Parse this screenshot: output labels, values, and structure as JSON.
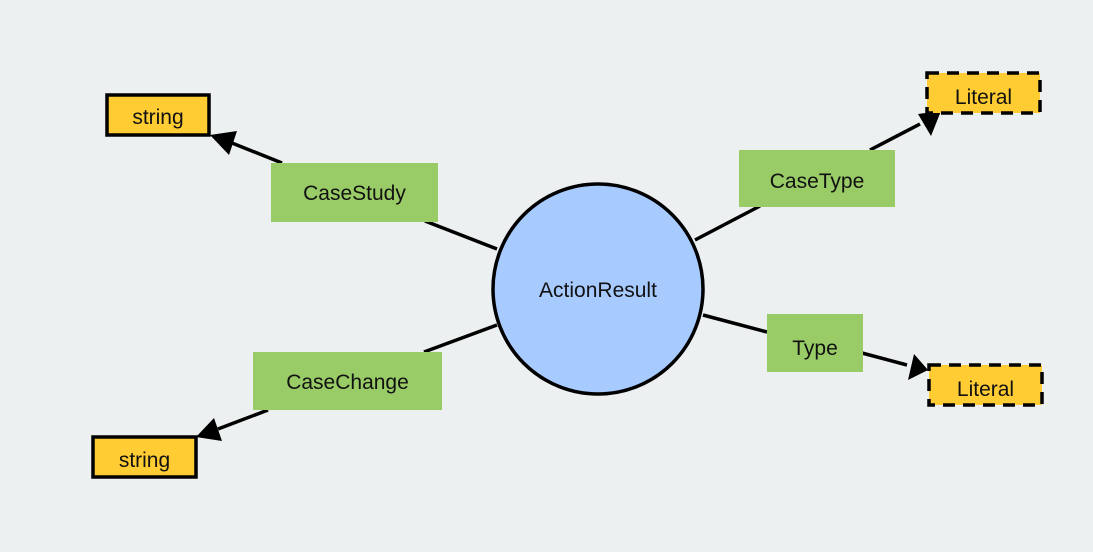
{
  "diagram": {
    "center": {
      "label": "ActionResult"
    },
    "properties": {
      "case_study": {
        "label": "CaseStudy",
        "target": "string"
      },
      "case_change": {
        "label": "CaseChange",
        "target": "string"
      },
      "case_type": {
        "label": "CaseType",
        "target": "Literal"
      },
      "type": {
        "label": "Type",
        "target": "Literal"
      }
    }
  },
  "colors": {
    "background": "#ecf0f1",
    "center_fill": "#a8cbff",
    "property_fill": "#99cc66",
    "datatype_fill": "#ffcc33",
    "stroke": "#000000"
  }
}
